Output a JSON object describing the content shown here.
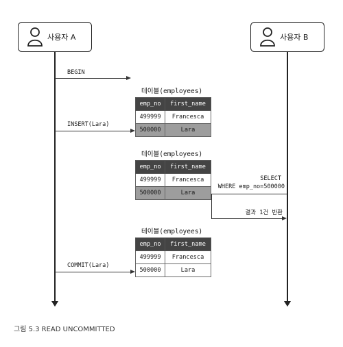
{
  "actors": {
    "a": {
      "label": "사용자 A"
    },
    "b": {
      "label": "사용자 B"
    }
  },
  "messages": {
    "begin": "BEGIN",
    "insert": "INSERT(Lara)",
    "select_line1": "SELECT",
    "select_line2": "WHERE emp_no=500000",
    "result": "결과 1건 반환",
    "commit": "COMMIT(Lara)"
  },
  "tables": [
    {
      "title": "테이블(employees)",
      "columns": [
        "emp_no",
        "first_name"
      ],
      "rows": [
        {
          "cells": [
            "499999",
            "Francesca"
          ],
          "highlight": false
        },
        {
          "cells": [
            "500000",
            "Lara"
          ],
          "highlight": true
        }
      ]
    },
    {
      "title": "테이블(employees)",
      "columns": [
        "emp_no",
        "first_name"
      ],
      "rows": [
        {
          "cells": [
            "499999",
            "Francesca"
          ],
          "highlight": false
        },
        {
          "cells": [
            "500000",
            "Lara"
          ],
          "highlight": true
        }
      ]
    },
    {
      "title": "테이블(employees)",
      "columns": [
        "emp_no",
        "first_name"
      ],
      "rows": [
        {
          "cells": [
            "499999",
            "Francesca"
          ],
          "highlight": false
        },
        {
          "cells": [
            "500000",
            "Lara"
          ],
          "highlight": false
        }
      ]
    }
  ],
  "caption": "그림 5.3 READ UNCOMMITTED",
  "colors": {
    "header": "#444444",
    "highlight_row": "#9d9d9d",
    "line": "#222222"
  }
}
